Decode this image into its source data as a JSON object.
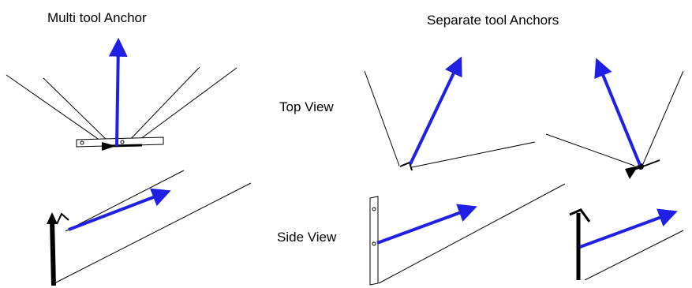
{
  "titles": {
    "multi": "Multi tool Anchor",
    "separate": "Separate tool Anchors"
  },
  "row_labels": {
    "top": "Top View",
    "side": "Side View"
  },
  "colors": {
    "arrow": "#1f1fe6",
    "line": "#000000",
    "background": "#ffffff"
  }
}
